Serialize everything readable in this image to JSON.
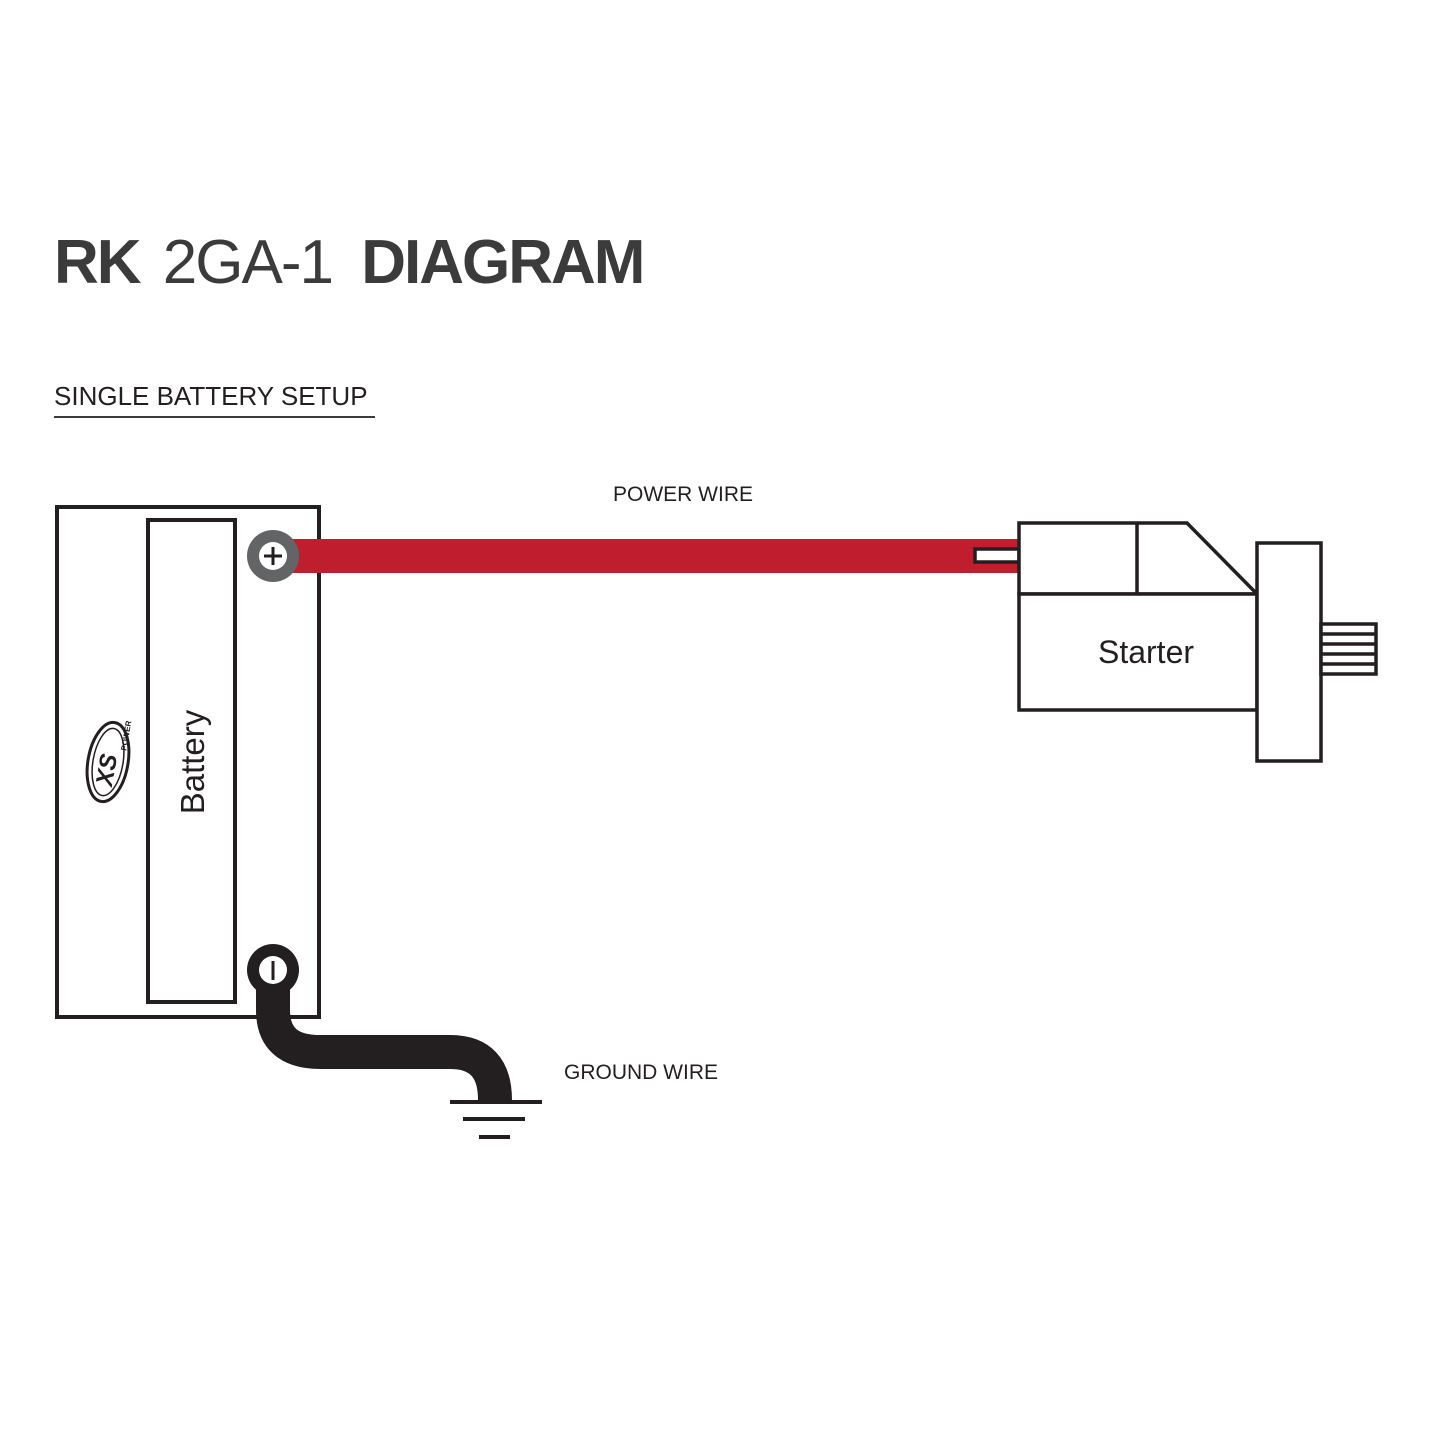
{
  "title": {
    "part1": "RK",
    "part2": "2GA-1",
    "part3": "DIAGRAM"
  },
  "subtitle": "SINGLE BATTERY SETUP",
  "labels": {
    "power_wire": "POWER WIRE",
    "ground_wire": "GROUND WIRE",
    "battery": "Battery",
    "starter": "Starter",
    "positive": "+",
    "logo": "XS POWER"
  },
  "colors": {
    "power_wire": "#be1e2d",
    "ground_wire": "#231f20",
    "terminal_positive": "#636466",
    "text": "#3b3b3c"
  }
}
